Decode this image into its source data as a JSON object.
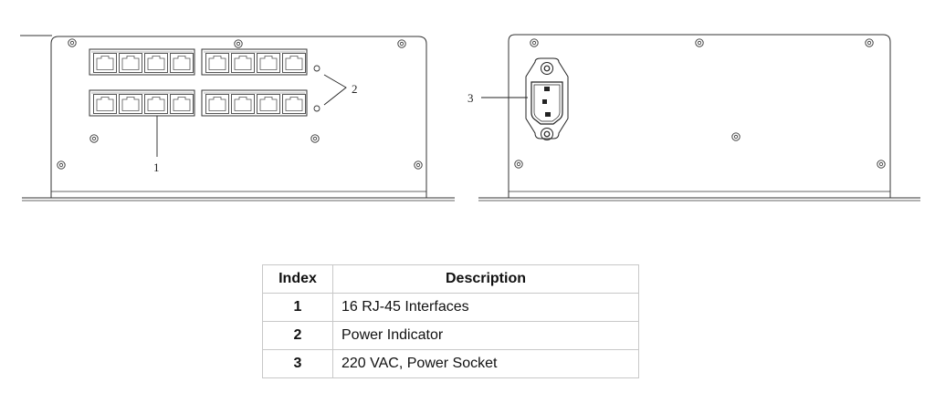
{
  "callouts": {
    "ports": "1",
    "indicator": "2",
    "socket": "3"
  },
  "table": {
    "headers": {
      "index": "Index",
      "description": "Description"
    },
    "rows": [
      {
        "index": "1",
        "description": "16 RJ-45 Interfaces"
      },
      {
        "index": "2",
        "description": "Power Indicator"
      },
      {
        "index": "3",
        "description": "220 VAC, Power Socket"
      }
    ]
  }
}
